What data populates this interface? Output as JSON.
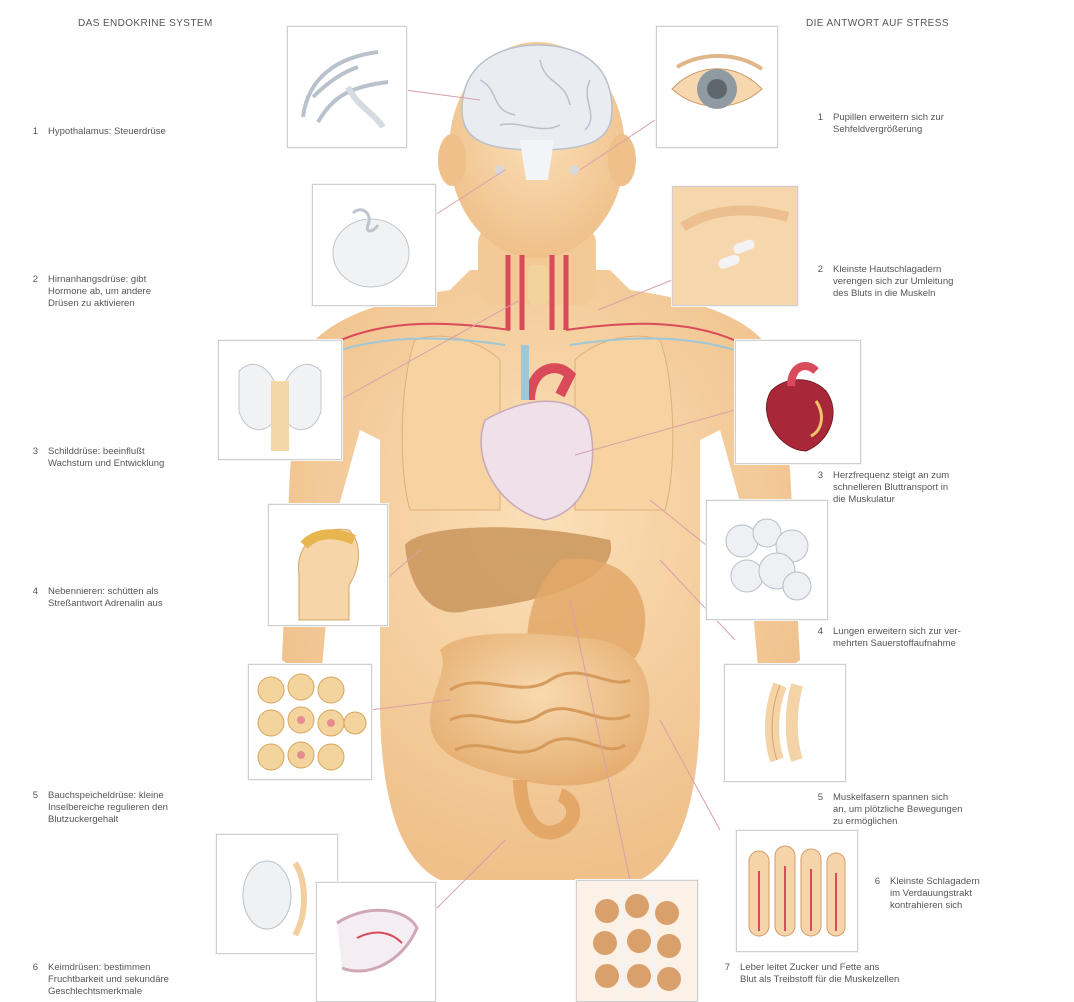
{
  "headings": {
    "left": "DAS ENDOKRINE SYSTEM",
    "right": "DIE ANTWORT AUF STRESS"
  },
  "left_labels": [
    {
      "num": "1",
      "text": "Hypothalamus: Steuerdrüse"
    },
    {
      "num": "2",
      "text": "Hirnanhangsdrüse: gibt\nHormone ab, um andere\nDrüsen zu aktivieren"
    },
    {
      "num": "3",
      "text": "Schilddrüse: beeinflußt\nWachstum und Entwicklung"
    },
    {
      "num": "4",
      "text": "Nebennieren: schütten als\nStreßantwort Adrenalin aus"
    },
    {
      "num": "5",
      "text": "Bauchspeicheldrüse: kleine\nInselbereiche regulieren den\nBlutzuckergehalt"
    },
    {
      "num": "6",
      "text": "Keimdrüsen: bestimmen\nFruchtbarkeit und sekundäre\nGeschlechtsmerkmale"
    }
  ],
  "right_labels": [
    {
      "num": "1",
      "text": "Pupillen erweitern sich zur\nSehfeldvergrößerung"
    },
    {
      "num": "2",
      "text": "Kleinste Hautschlagadern\nverengen sich zur Umleitung\ndes Bluts in die Muskeln"
    },
    {
      "num": "3",
      "text": "Herzfrequenz steigt an zum\nschnelleren Bluttransport in\ndie Muskulatur"
    },
    {
      "num": "4",
      "text": "Lungen erweitern sich zur ver-\nmehrten Sauerstoffaufnahme"
    },
    {
      "num": "5",
      "text": "Muskelfasern spannen sich\nan, um plötzliche Bewegungen\nzu ermöglichen"
    },
    {
      "num": "6",
      "text": "Kleinste Schlagadern\nim Verdauungstrakt\nkontrahieren sich"
    },
    {
      "num": "7",
      "text": "Leber leitet Zucker und Fette ans\nBlut als Treibstoff für die Muskelzellen"
    }
  ],
  "colors": {
    "skin": "#f6d3a1",
    "skin_dark": "#e8b47a",
    "organ": "#efc58c",
    "liver": "#c9955c",
    "heart": "#efe0ea",
    "artery": "#d94a5a",
    "vein": "#9ec7d8",
    "leader": "#d9a0a8",
    "frame": "#cfcfcf"
  },
  "icons": [
    "brain-illustration",
    "eye-illustration",
    "pituitary-illustration",
    "skin-vessel-illustration",
    "thyroid-illustration",
    "heart-illustration",
    "adrenal-illustration",
    "lung-alveoli-illustration",
    "pancreas-islets-illustration",
    "muscle-fiber-illustration",
    "gonad-illustration",
    "intestine-vessel-illustration",
    "liver-cells-illustration",
    "ovary-illustration"
  ]
}
